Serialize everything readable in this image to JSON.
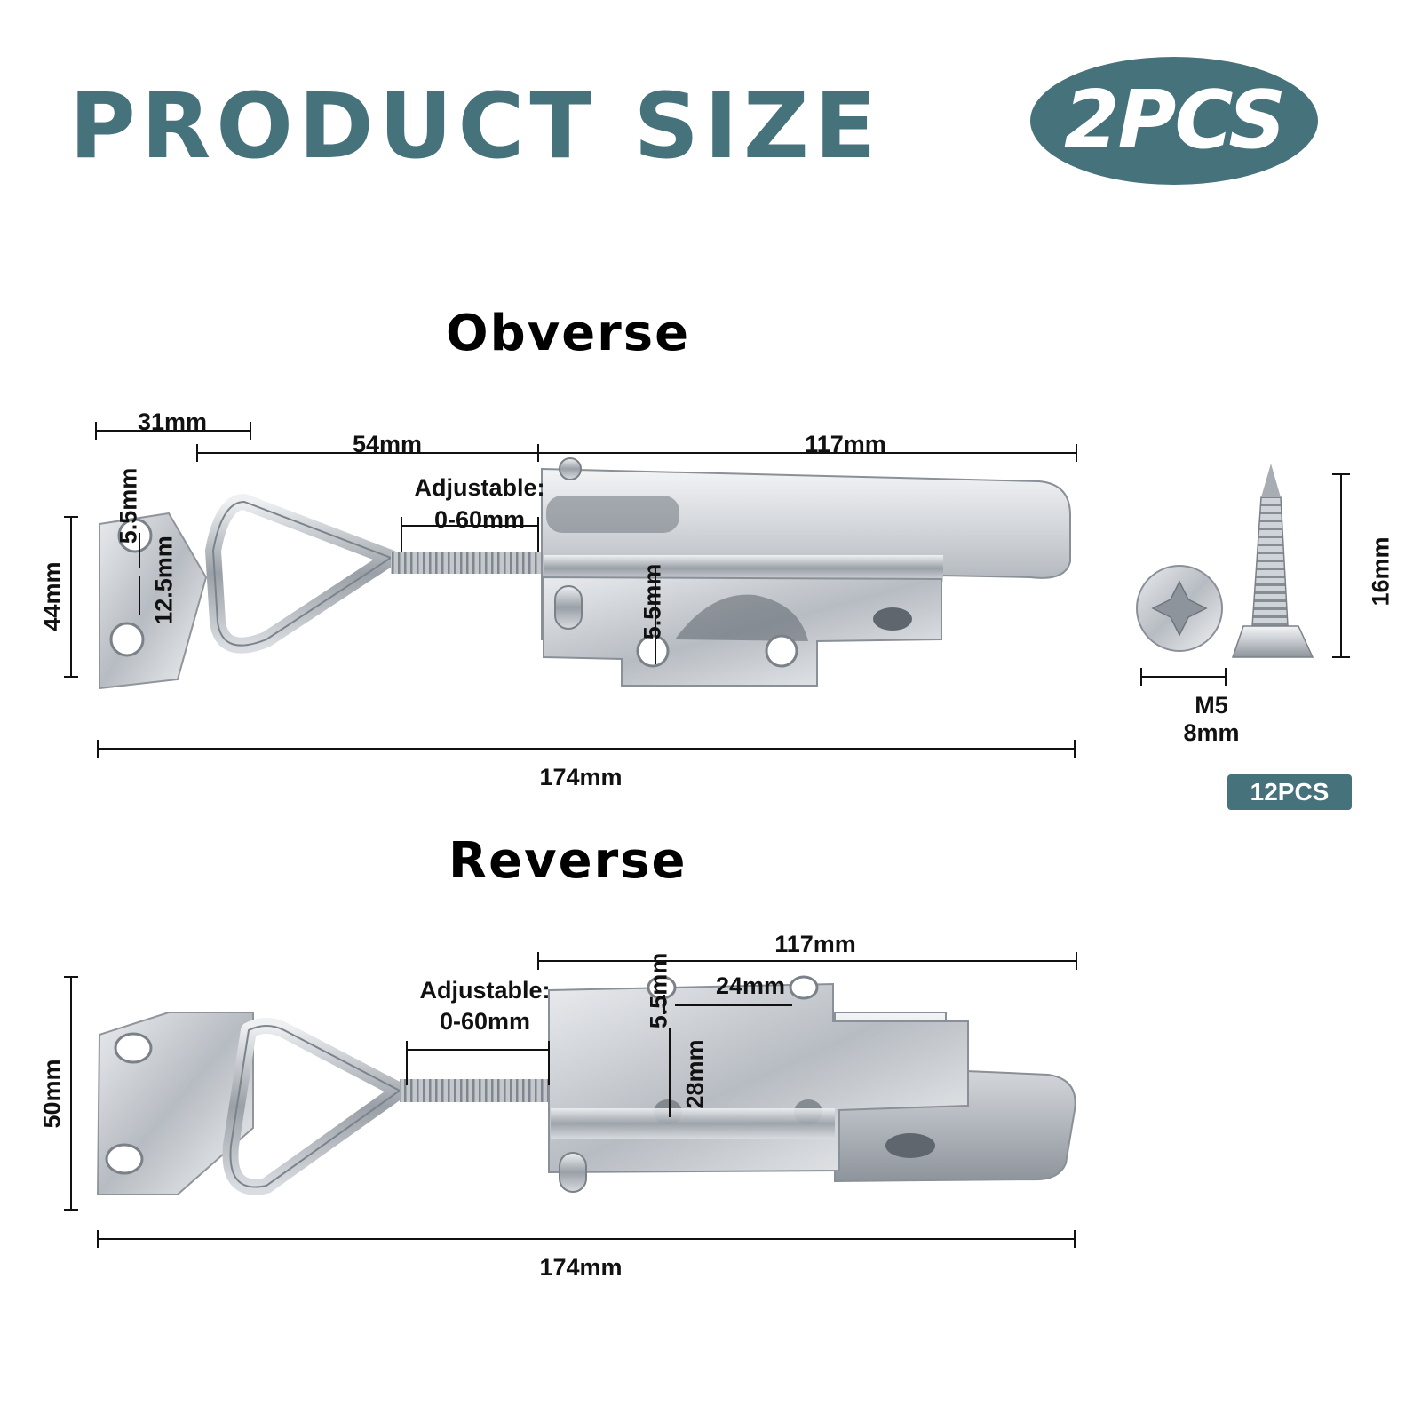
{
  "header": {
    "title": "PRODUCT SIZE",
    "quantity_badge": "2PCS"
  },
  "obverse": {
    "title": "Obverse",
    "dims": {
      "plate_width": "31mm",
      "hook_length": "54mm",
      "body_length": "117mm",
      "adjustable_label": "Adjustable:",
      "adjustable_range": "0-60mm",
      "hole_diameter": "5.5mm",
      "hole_spacing": "12.5mm",
      "height": "44mm",
      "body_hole": "5.5mm",
      "total_length": "174mm"
    }
  },
  "reverse": {
    "title": "Reverse",
    "dims": {
      "body_length": "117mm",
      "adjustable_label": "Adjustable:",
      "adjustable_range": "0-60mm",
      "hole_diameter": "5.5mm",
      "hole_spacing_h": "24mm",
      "hole_spacing_v": "28mm",
      "height": "50mm",
      "total_length": "174mm"
    }
  },
  "screw": {
    "length": "16mm",
    "size": "M5",
    "head_diameter": "8mm",
    "quantity": "12PCS"
  },
  "colors": {
    "accent": "#46727b",
    "metal": "#c8ccd0"
  }
}
